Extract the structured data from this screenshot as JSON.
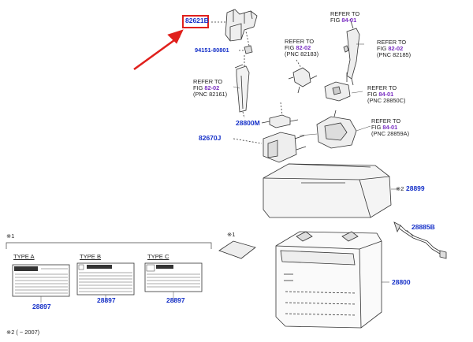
{
  "part_numbers": {
    "p82621B": "82621B",
    "p94151": "94151-80801",
    "p28800M": "28800M",
    "p82670J": "82670J",
    "p28899": "28899",
    "p28885B": "28885B",
    "p28800": "28800",
    "p28897a": "28897",
    "p28897b": "28897",
    "p28897c": "28897"
  },
  "refs": [
    {
      "l1": "REFER TO",
      "fig_prefix": "FIG ",
      "fig": "84-01",
      "pnc": ""
    },
    {
      "l1": "REFER TO",
      "fig_prefix": "FIG ",
      "fig": "82-02",
      "pnc": "(PNC 82183)"
    },
    {
      "l1": "REFER TO",
      "fig_prefix": "FIG ",
      "fig": "82-02",
      "pnc": "(PNC 82185)"
    },
    {
      "l1": "REFER TO",
      "fig_prefix": "FIG ",
      "fig": "82-02",
      "pnc": "(PNC 82161)"
    },
    {
      "l1": "REFER TO",
      "fig_prefix": "FIG ",
      "fig": "84-01",
      "pnc": "(PNC 28850C)"
    },
    {
      "l1": "REFER TO",
      "fig_prefix": "FIG ",
      "fig": "84-01",
      "pnc": "(PNC 28859A)"
    }
  ],
  "notes": {
    "mark1_left": "※1",
    "mark1_right": "※1",
    "mark2_tray": "※2",
    "footnote": "※2 (    − 2007)"
  },
  "types": {
    "a": "TYPE A",
    "b": "TYPE B",
    "c": "TYPE C"
  },
  "colors": {
    "highlight": "#e0201c",
    "part_number": "#1530c8",
    "figure_ref": "#7a2fc2"
  }
}
